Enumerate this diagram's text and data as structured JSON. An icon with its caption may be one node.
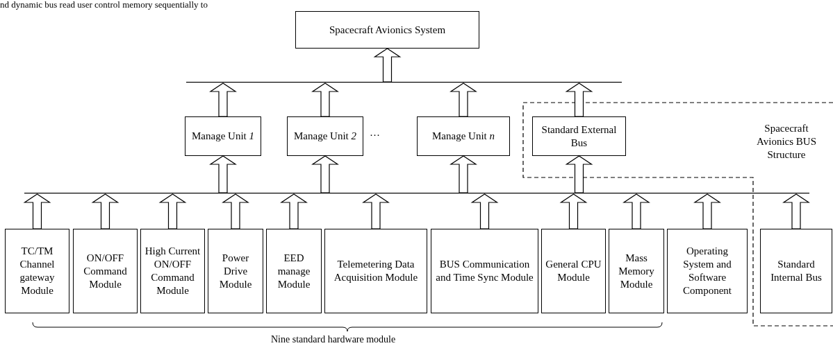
{
  "diagram": {
    "nodes": [
      {
        "text": [
          "Spacecraft Avionics System"
        ]
      },
      {
        "text": [],
        "shape": "bar"
      },
      {
        "text": [
          "Manage Unit *1*"
        ]
      },
      {
        "text": [
          "Manage Unit *2*"
        ]
      },
      {
        "text": [
          "Manage Unit *n*"
        ]
      },
      {
        "text": [
          "Standard External Bus"
        ]
      },
      {
        "text": [
          "Spacecraft Avionics BUS Structure"
        ]
      },
      {
        "text": [],
        "shape": "bar"
      },
      {
        "text": [
          "TC/TM Channel gateway Module"
        ]
      },
      {
        "text": [
          "ON/OFF Command Module"
        ]
      },
      {
        "text": [
          "High Current ON/OFF Command Module"
        ]
      },
      {
        "text": [
          "Power Drive Module"
        ]
      },
      {
        "text": [
          "EED manage Module"
        ]
      },
      {
        "text": [
          "Telemetering Data Acquisition Module"
        ]
      },
      {
        "text": [
          "BUS Communication and Time Sync Module"
        ]
      },
      {
        "text": [
          "General CPU Module"
        ]
      },
      {
        "text": [
          "Mass Memory Module"
        ]
      },
      {
        "text": [
          "Operating System and Software Component"
        ]
      },
      {
        "text": [
          "Standard Internal Bus"
        ]
      }
    ],
    "edges": [
      {
        "from": 1,
        "to": 0,
        "arrow": "to"
      },
      {
        "from": 2,
        "to": 1,
        "arrow": "to"
      },
      {
        "from": 3,
        "to": 1,
        "arrow": "to"
      },
      {
        "from": 4,
        "to": 1,
        "arrow": "to"
      },
      {
        "from": 5,
        "to": 1,
        "arrow": "to"
      },
      {
        "from": 7,
        "to": 2,
        "arrow": "to"
      },
      {
        "from": 7,
        "to": 3,
        "arrow": "to"
      },
      {
        "from": 7,
        "to": 4,
        "arrow": "to"
      },
      {
        "from": 7,
        "to": 5,
        "arrow": "to"
      },
      {
        "from": 8,
        "to": 7,
        "arrow": "to"
      },
      {
        "from": 9,
        "to": 7,
        "arrow": "to"
      },
      {
        "from": 10,
        "to": 7,
        "arrow": "to"
      },
      {
        "from": 11,
        "to": 7,
        "arrow": "to"
      },
      {
        "from": 12,
        "to": 7,
        "arrow": "to"
      },
      {
        "from": 13,
        "to": 7,
        "arrow": "to"
      },
      {
        "from": 14,
        "to": 7,
        "arrow": "to"
      },
      {
        "from": 15,
        "to": 7,
        "arrow": "to"
      },
      {
        "from": 16,
        "to": 7,
        "arrow": "to"
      },
      {
        "from": 17,
        "to": 7,
        "arrow": "to"
      },
      {
        "from": 18,
        "to": 7,
        "arrow": "to"
      }
    ],
    "labels": [
      "nd dynamic bus read user control memory sequentially to",
      "···",
      "Nine standard hardware module"
    ]
  }
}
